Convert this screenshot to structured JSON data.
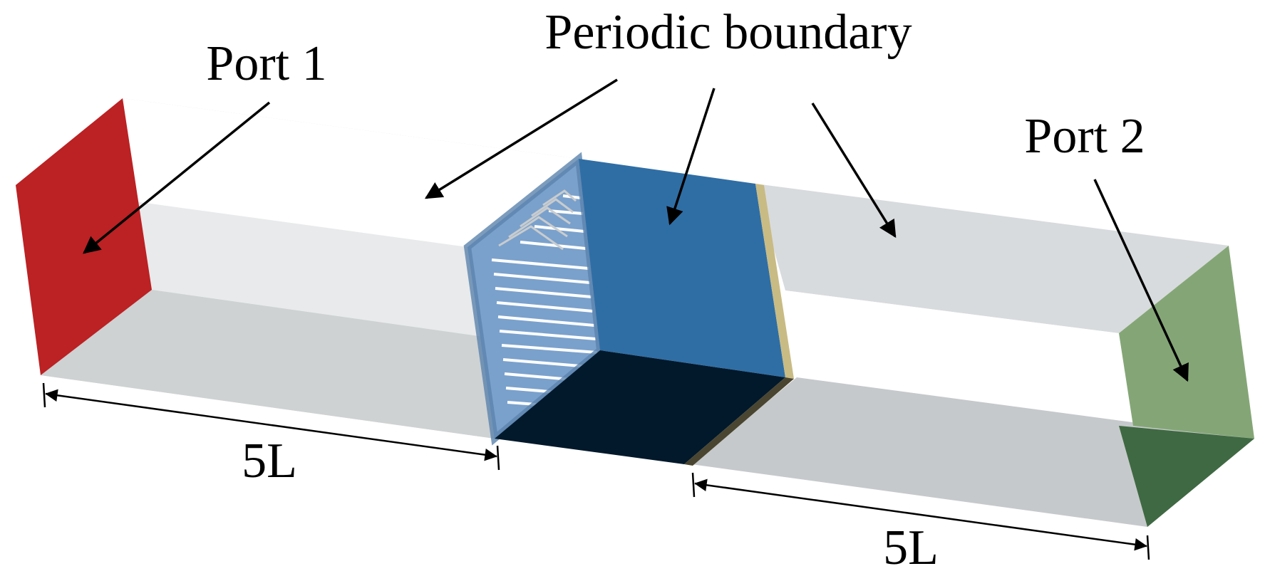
{
  "labels": {
    "periodic_boundary": "Periodic boundary",
    "port1": "Port 1",
    "port2": "Port 2",
    "length_left": "5L",
    "length_right": "5L"
  },
  "colors": {
    "port1": "#bc2123",
    "port2": "#84a676",
    "port2_dark": "#3f6942",
    "cell_blue": "#2f6ea5",
    "cell_light_blue": "#7aa1cc",
    "cell_dark": "#02192b",
    "strip_tan": "#c8bb84",
    "waveguide_grey": "#d7dadc"
  }
}
